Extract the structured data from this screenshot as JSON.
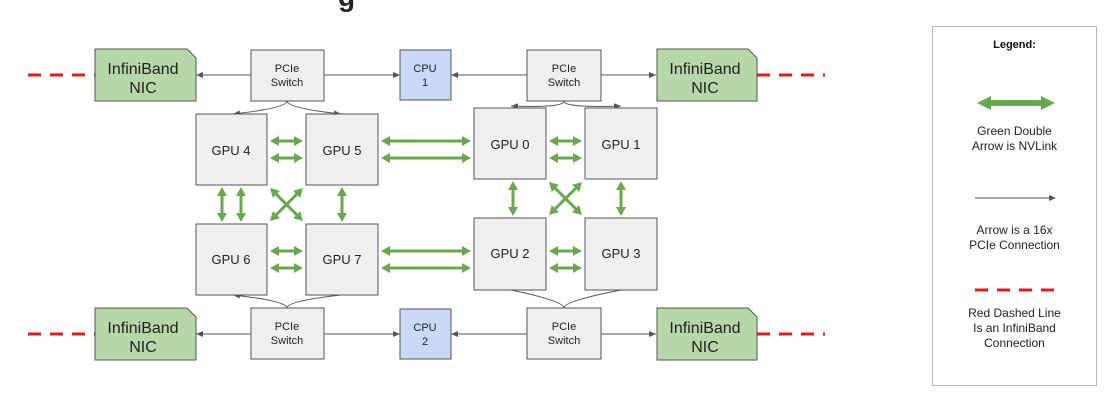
{
  "title_fragment": "g",
  "nodes": {
    "nic_tl": {
      "line1": "InfiniBand",
      "line2": "NIC"
    },
    "nic_tr": {
      "line1": "InfiniBand",
      "line2": "NIC"
    },
    "nic_bl": {
      "line1": "InfiniBand",
      "line2": "NIC"
    },
    "nic_br": {
      "line1": "InfiniBand",
      "line2": "NIC"
    },
    "pcie_tl": {
      "line1": "PCIe",
      "line2": "Switch"
    },
    "pcie_tr": {
      "line1": "PCIe",
      "line2": "Switch"
    },
    "pcie_bl": {
      "line1": "PCIe",
      "line2": "Switch"
    },
    "pcie_br": {
      "line1": "PCIe",
      "line2": "Switch"
    },
    "cpu1": {
      "line1": "CPU",
      "line2": "1"
    },
    "cpu2": {
      "line1": "CPU",
      "line2": "2"
    },
    "gpu0": "GPU 0",
    "gpu1": "GPU 1",
    "gpu2": "GPU 2",
    "gpu3": "GPU 3",
    "gpu4": "GPU 4",
    "gpu5": "GPU 5",
    "gpu6": "GPU 6",
    "gpu7": "GPU 7"
  },
  "legend": {
    "title": "Legend:",
    "nvlink": {
      "line1": "Green Double",
      "line2": "Arrow is NVLink"
    },
    "pcie": {
      "line1": "Arrow is a 16x",
      "line2": "PCIe Connection"
    },
    "infiniband": {
      "line1": "Red Dashed Line",
      "line2": "Is an InfiniBand",
      "line3": "Connection"
    }
  },
  "colors": {
    "nvlink": "#6aa84f",
    "infiniband": "#e01c1c",
    "nic_fill": "#b6d7a8",
    "cpu_fill": "#c9daf8",
    "box_fill": "#efefef",
    "pcie_line": "#555555"
  }
}
